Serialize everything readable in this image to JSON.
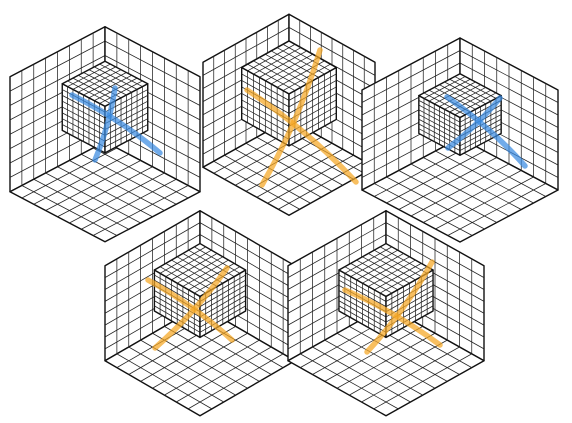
{
  "diagram": {
    "grid_divisions": 8,
    "cube_modules": [
      {
        "id": "top-left",
        "marker_color": "#3a8be0"
      },
      {
        "id": "top-center",
        "marker_color": "#f5a623"
      },
      {
        "id": "top-right",
        "marker_color": "#3a8be0"
      },
      {
        "id": "bottom-left",
        "marker_color": "#f5a623"
      },
      {
        "id": "bottom-right",
        "marker_color": "#f5a623"
      }
    ],
    "colors": {
      "grid": "#222222",
      "background": "#ffffff",
      "blue_marker": "#3a8be0",
      "orange_marker": "#f5a623"
    }
  }
}
